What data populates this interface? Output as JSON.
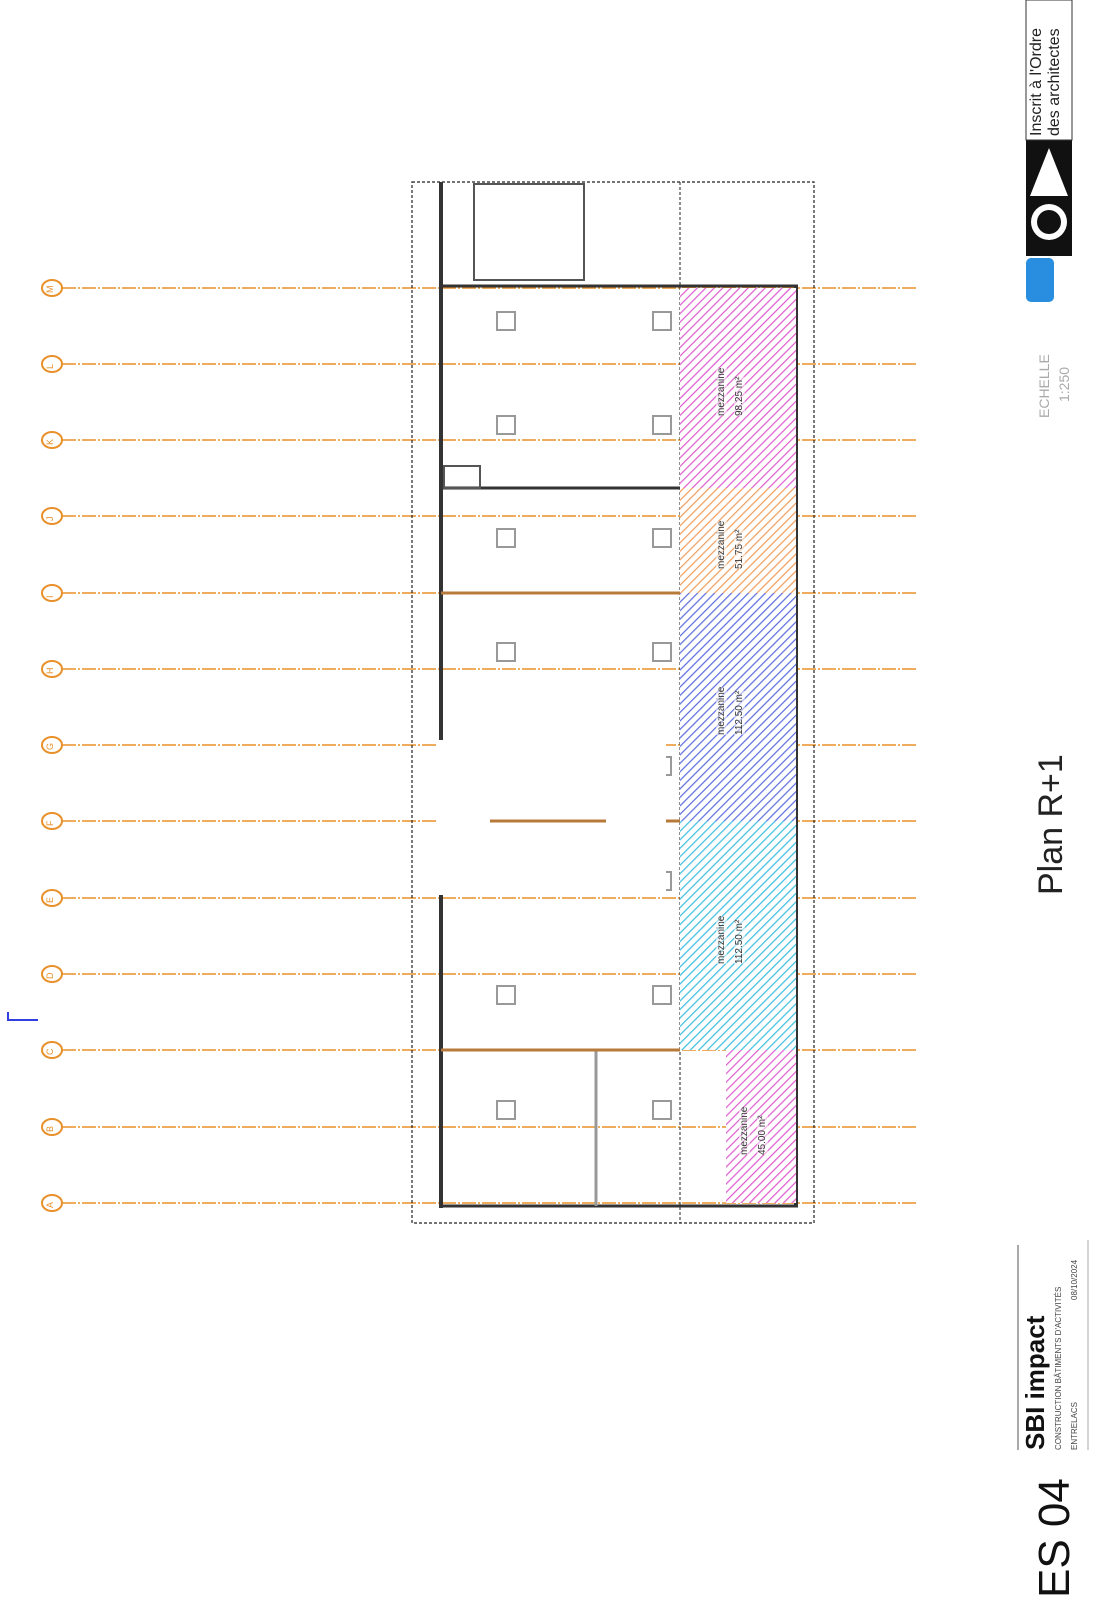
{
  "plan_title": "Plan R+1",
  "scale": {
    "label": "ECHELLE",
    "value": "1:250"
  },
  "sheet": {
    "code": "ES 04",
    "company": "SBI impact",
    "subtitle": "CONSTRUCTION BÂTIMENTS D'ACTIVITÉS",
    "location": "ENTRELACS",
    "date": "08/10/2024"
  },
  "oa_logo": {
    "line1": "Inscrit à l'Ordre",
    "line2": "des architectes"
  },
  "grid_labels": [
    "A",
    "B",
    "C",
    "D",
    "E",
    "F",
    "G",
    "H",
    "I",
    "J",
    "K",
    "L",
    "M"
  ],
  "mezzanines": [
    {
      "label": "mezzanine",
      "area": "98.25 m²",
      "color": "#e060d0"
    },
    {
      "label": "mezzanine",
      "area": "51.75 m²",
      "color": "#f0a060"
    },
    {
      "label": "mezzanine",
      "area": "112.50 m²",
      "color": "#6070e0"
    },
    {
      "label": "mezzanine",
      "area": "112.50 m²",
      "color": "#40c0e0"
    },
    {
      "label": "mezzanine",
      "area": "45.00 m²",
      "color": "#e060d0"
    }
  ],
  "colors": {
    "grid": "#e8902a",
    "wall": "#333333"
  }
}
